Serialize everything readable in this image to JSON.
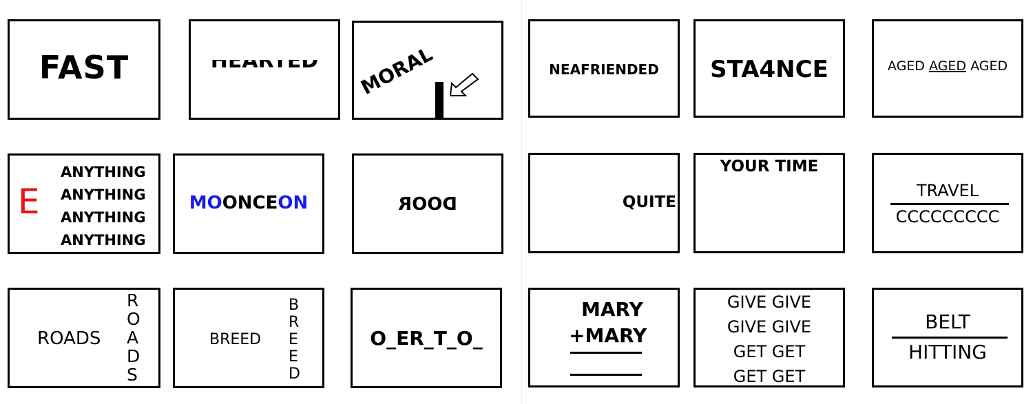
{
  "puzzles": {
    "fast": "FAST",
    "hearted": "HEARTED",
    "moral": "MORAL",
    "anything": [
      "ANYTHING",
      "ANYTHING",
      "ANYTHING",
      "ANYTHING"
    ],
    "e_letter": "E",
    "moon_prefix": "MO",
    "once": "ONCE",
    "moon_suffix": "ON",
    "door": "DOOR",
    "roads": "ROADS",
    "breed": "BREED",
    "overto": "O_ER_T_O_",
    "neafriended": "NEAFRIENDED",
    "stance": "STA4NCE",
    "aged": [
      "AGED",
      "AGED",
      "AGED"
    ],
    "quite": "QUITE",
    "your_time": "YOUR TIME",
    "travel": "TRAVEL",
    "cs": "CCCCCCCCC",
    "mary1": "MARY",
    "mary2": "+MARY",
    "give_get": [
      "GIVE GIVE",
      "GIVE GIVE",
      "GET GET",
      "GET GET"
    ],
    "belt": "BELT",
    "hitting": "HITTING"
  },
  "colors": {
    "red": "#ee1111",
    "blue": "#1a1aee"
  }
}
